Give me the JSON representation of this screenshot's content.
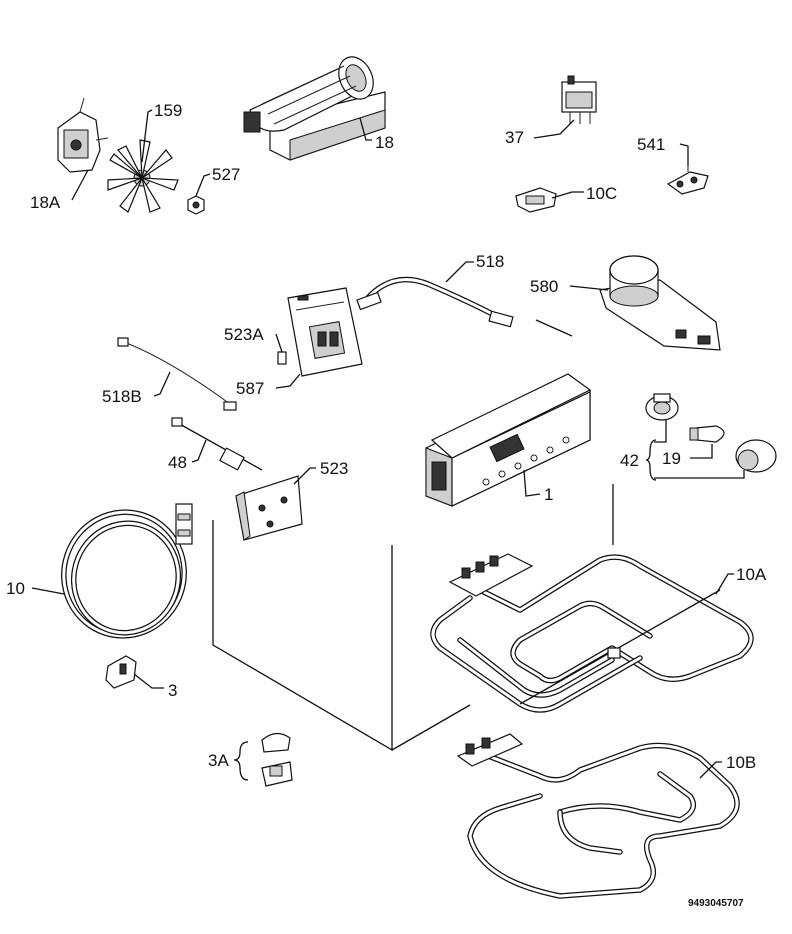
{
  "diagram": {
    "labels": {
      "p18a": "18A",
      "p159": "159",
      "p527": "527",
      "p18": "18",
      "p37": "37",
      "p541": "541",
      "p10c": "10C",
      "p518": "518",
      "p580": "580",
      "p523a": "523A",
      "p518b": "518B",
      "p587": "587",
      "p48": "48",
      "p523": "523",
      "p1": "1",
      "p42": "42",
      "p19": "19",
      "p10": "10",
      "p10a": "10A",
      "p3": "3",
      "p3a": "3A",
      "p10b": "10B"
    },
    "document_code": "9493045707"
  }
}
